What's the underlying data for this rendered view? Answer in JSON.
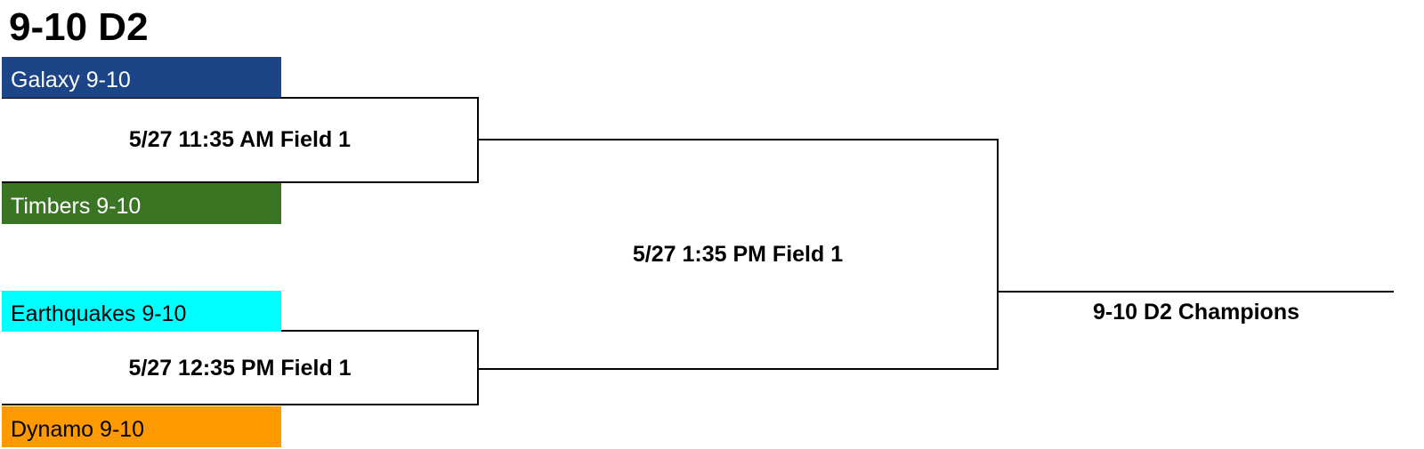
{
  "title": "9-10 D2",
  "colors": {
    "galaxy": "#1c4587",
    "timbers": "#3a7523",
    "earthquakes": "#00ffff",
    "dynamo": "#ff9900"
  },
  "teams": [
    {
      "name": "Galaxy 9-10"
    },
    {
      "name": "Timbers 9-10"
    },
    {
      "name": "Earthquakes 9-10"
    },
    {
      "name": "Dynamo 9-10"
    }
  ],
  "games": {
    "semifinal_1": "5/27 11:35 AM Field 1",
    "semifinal_2": "5/27 12:35 PM Field 1",
    "final": "5/27 1:35 PM Field 1"
  },
  "champion_label": "9-10 D2 Champions"
}
